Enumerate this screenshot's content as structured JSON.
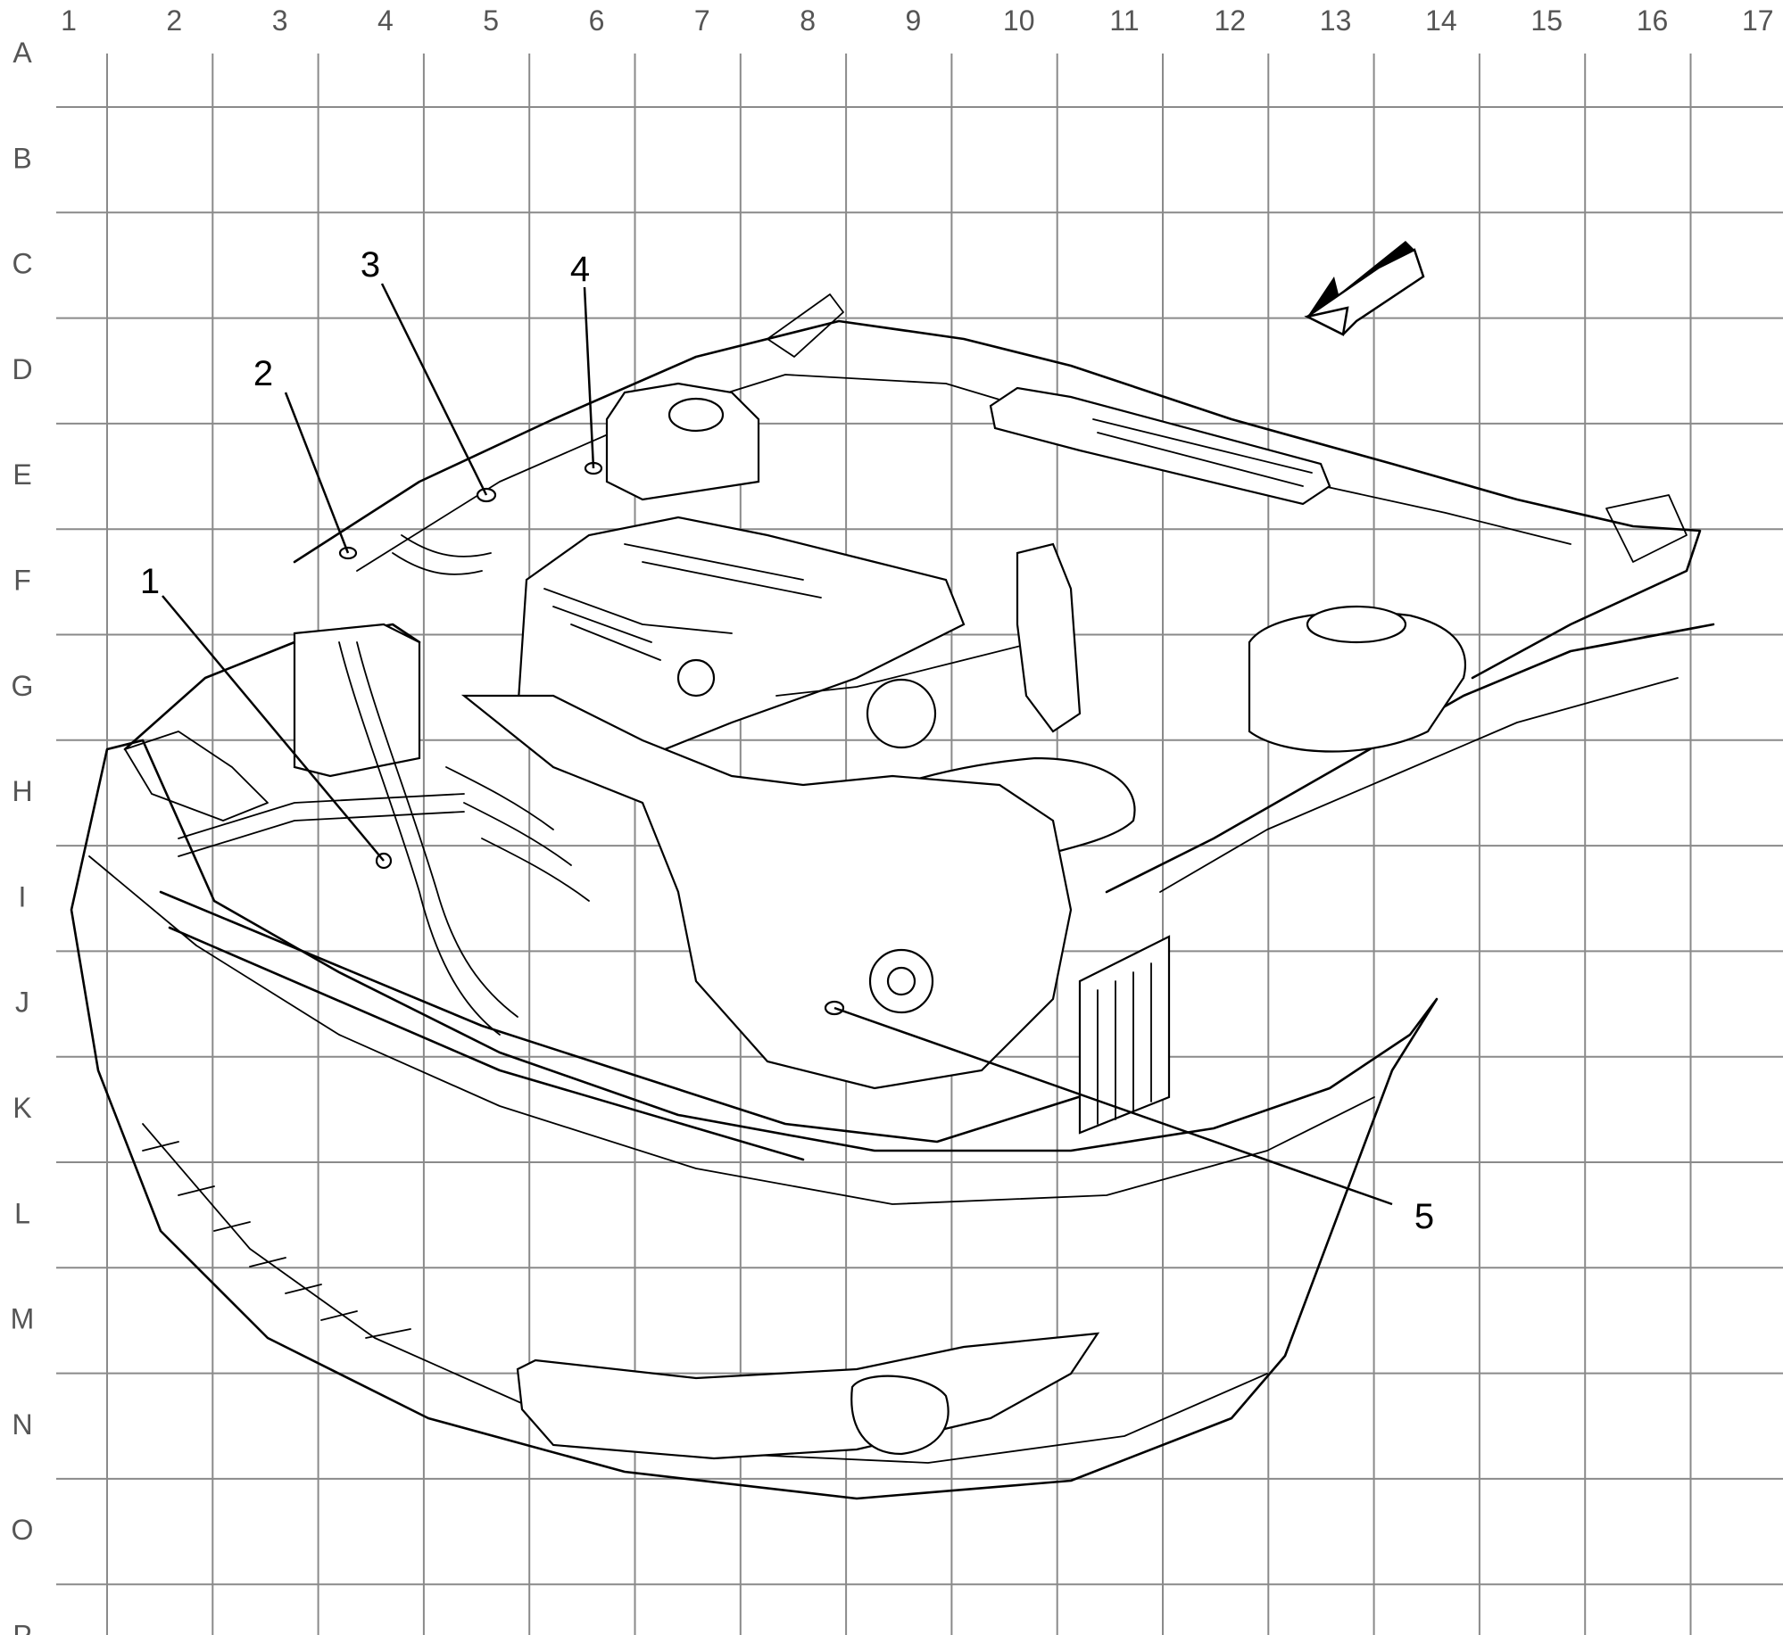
{
  "grid": {
    "columns": [
      "1",
      "2",
      "3",
      "4",
      "5",
      "6",
      "7",
      "8",
      "9",
      "10",
      "11",
      "12",
      "13",
      "14",
      "15",
      "16",
      "17"
    ],
    "rows": [
      "A",
      "B",
      "C",
      "D",
      "E",
      "F",
      "G",
      "H",
      "I",
      "J",
      "K",
      "L",
      "M",
      "N",
      "O",
      "P"
    ]
  },
  "callouts": [
    {
      "id": "1",
      "label": "1"
    },
    {
      "id": "2",
      "label": "2"
    },
    {
      "id": "3",
      "label": "3"
    },
    {
      "id": "4",
      "label": "4"
    },
    {
      "id": "5",
      "label": "5"
    }
  ],
  "orientation_arrow": {
    "icon": "front-direction-arrow-icon"
  }
}
